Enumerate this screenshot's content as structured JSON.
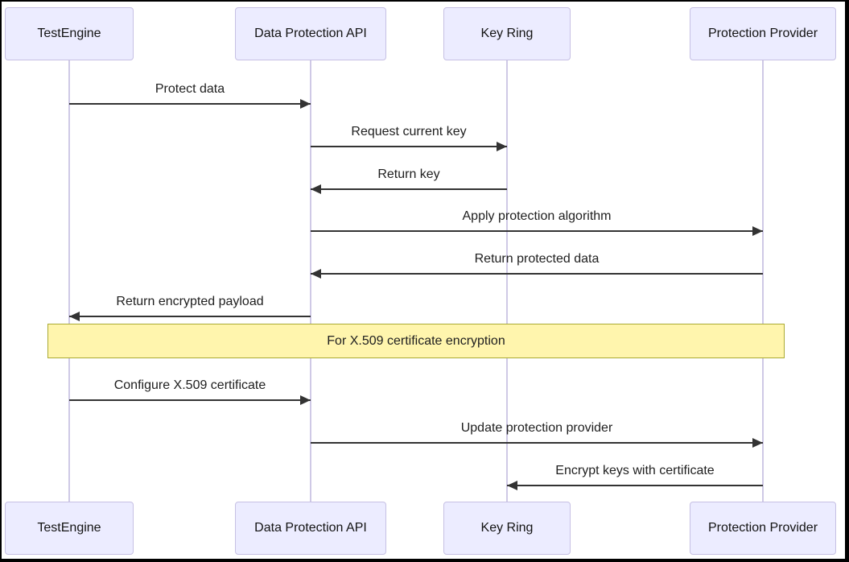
{
  "diagram": {
    "type": "sequence-diagram",
    "participants": [
      {
        "id": "testengine",
        "label": "TestEngine"
      },
      {
        "id": "data-protection-api",
        "label": "Data Protection API"
      },
      {
        "id": "key-ring",
        "label": "Key Ring"
      },
      {
        "id": "protection-provider",
        "label": "Protection Provider"
      }
    ],
    "messages": [
      {
        "kind": "arrow",
        "from": "testengine",
        "to": "data-protection-api",
        "label": "Protect data"
      },
      {
        "kind": "arrow",
        "from": "data-protection-api",
        "to": "key-ring",
        "label": "Request current key"
      },
      {
        "kind": "arrow",
        "from": "key-ring",
        "to": "data-protection-api",
        "label": "Return key"
      },
      {
        "kind": "arrow",
        "from": "data-protection-api",
        "to": "protection-provider",
        "label": "Apply protection algorithm"
      },
      {
        "kind": "arrow",
        "from": "protection-provider",
        "to": "data-protection-api",
        "label": "Return protected data"
      },
      {
        "kind": "arrow",
        "from": "data-protection-api",
        "to": "testengine",
        "label": "Return encrypted payload"
      },
      {
        "kind": "note",
        "over": [
          "testengine",
          "protection-provider"
        ],
        "label": "For X.509 certificate encryption"
      },
      {
        "kind": "arrow",
        "from": "testengine",
        "to": "data-protection-api",
        "label": "Configure X.509 certificate"
      },
      {
        "kind": "arrow",
        "from": "data-protection-api",
        "to": "protection-provider",
        "label": "Update protection provider"
      },
      {
        "kind": "arrow",
        "from": "protection-provider",
        "to": "key-ring",
        "label": "Encrypt keys with certificate"
      }
    ],
    "colors": {
      "actor_fill": "#ECECFF",
      "actor_border": "#c6c0e4",
      "lifeline": "#cfc9e6",
      "note_fill": "#fff5ad",
      "note_border": "#aaaa33",
      "arrow": "#333333",
      "frame": "#000000"
    }
  }
}
